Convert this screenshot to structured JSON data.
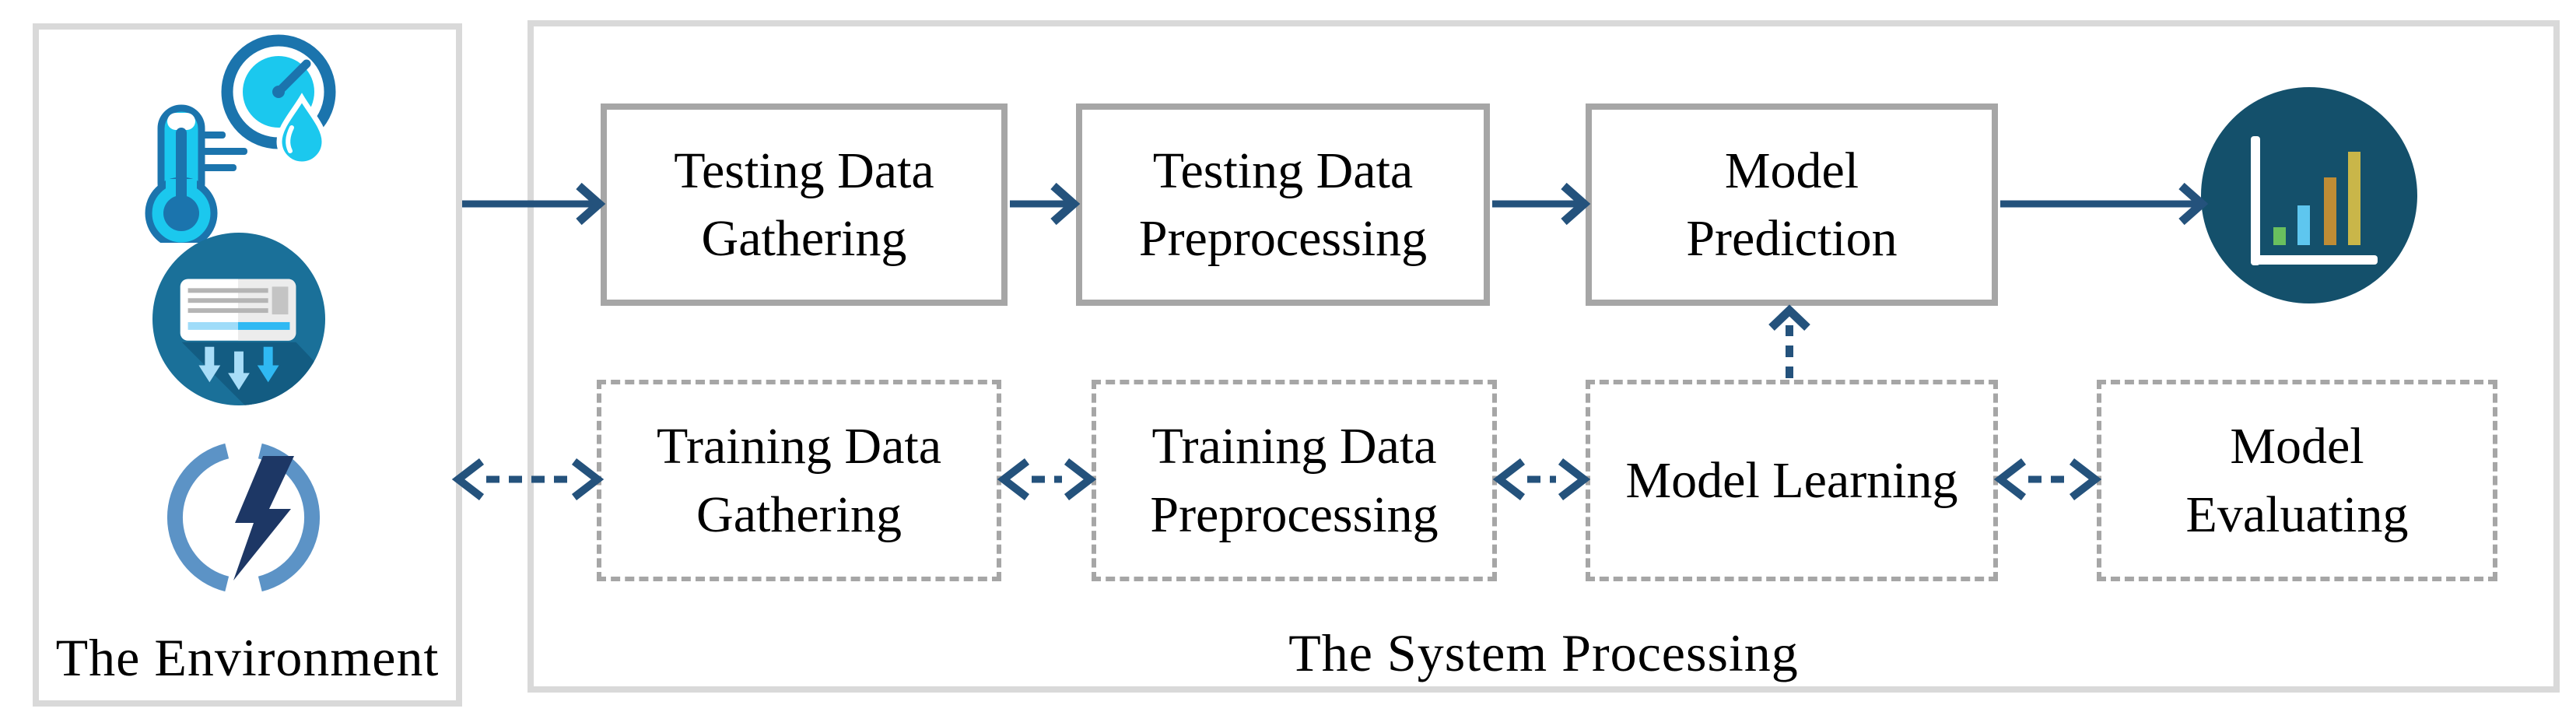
{
  "environment": {
    "label": "The Environment",
    "icons": [
      {
        "name": "temperature-humidity-icon",
        "meaning": "temperature and humidity sensing"
      },
      {
        "name": "air-conditioner-icon",
        "meaning": "air conditioning unit"
      },
      {
        "name": "energy-icon",
        "meaning": "electric energy"
      }
    ]
  },
  "system": {
    "label": "The System Processing",
    "testing_flow": {
      "boxes": [
        {
          "label": "Testing Data\nGathering",
          "style": "solid"
        },
        {
          "label": "Testing Data\nPreprocessing",
          "style": "solid"
        },
        {
          "label": "Model\nPrediction",
          "style": "solid"
        }
      ],
      "output_icon": "bar-chart-icon"
    },
    "training_flow": {
      "boxes": [
        {
          "label": "Training Data\nGathering",
          "style": "dashed"
        },
        {
          "label": "Training Data\nPreprocessing",
          "style": "dashed"
        },
        {
          "label": "Model Learning",
          "style": "dashed"
        },
        {
          "label": "Model\nEvaluating",
          "style": "dashed"
        }
      ]
    },
    "connections": [
      {
        "from": "environment",
        "to": "testing-data-gathering",
        "type": "solid-arrow"
      },
      {
        "from": "testing-data-gathering",
        "to": "testing-data-preprocessing",
        "type": "solid-arrow"
      },
      {
        "from": "testing-data-preprocessing",
        "to": "model-prediction",
        "type": "solid-arrow"
      },
      {
        "from": "model-prediction",
        "to": "bar-chart-icon",
        "type": "solid-arrow"
      },
      {
        "from": "environment",
        "to": "training-data-gathering",
        "type": "dashed-double-arrow"
      },
      {
        "from": "training-data-gathering",
        "to": "training-data-preprocessing",
        "type": "dashed-double-arrow"
      },
      {
        "from": "training-data-preprocessing",
        "to": "model-learning",
        "type": "dashed-double-arrow"
      },
      {
        "from": "model-learning",
        "to": "model-evaluating",
        "type": "dashed-double-arrow"
      },
      {
        "from": "model-learning",
        "to": "model-prediction",
        "type": "dashed-up-arrow"
      }
    ]
  },
  "colors": {
    "arrow": "#24527C",
    "box_border": "#A6A6A6",
    "panel_border": "#D9D9D9",
    "icon_cyan": "#1BC8EE",
    "icon_outline_blue": "#1B74AD",
    "ac_circle_teal": "#1A7099",
    "ac_circle_shadow": "#135C82",
    "energy_ring_blue": "#5C93C6",
    "energy_bolt_navy": "#1D3765",
    "chart_circle": "#14506B",
    "chart_bar_green": "#6ABF5E",
    "chart_bar_blue": "#5EC6EF",
    "chart_bar_amber": "#BF8C35",
    "chart_bar_gold": "#C9B649",
    "text": "#000000"
  }
}
